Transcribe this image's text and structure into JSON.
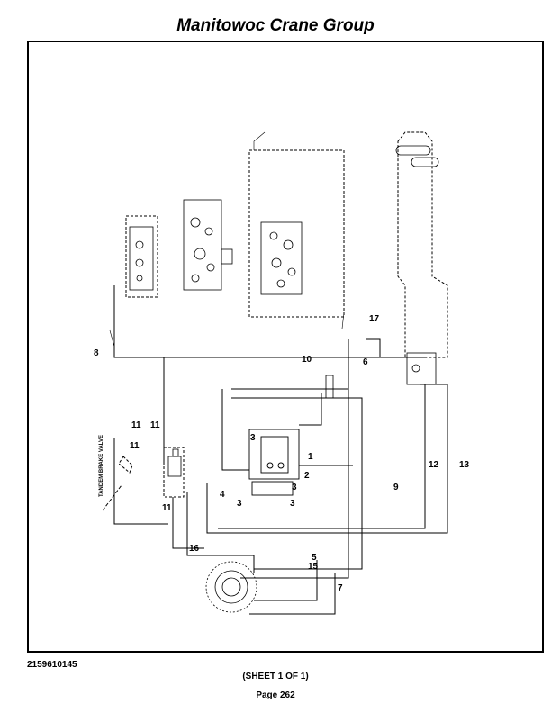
{
  "header": {
    "title": "Manitowoc Crane Group"
  },
  "footer": {
    "doc_number": "2159610145",
    "sheet": "(SHEET 1 OF 1)",
    "page": "Page 262"
  },
  "diagram": {
    "callouts": [
      "1",
      "2",
      "3",
      "3",
      "3",
      "3",
      "4",
      "5",
      "6",
      "7",
      "8",
      "9",
      "10",
      "11",
      "11",
      "11",
      "11",
      "12",
      "13",
      "15",
      "16",
      "17"
    ],
    "labels": {
      "tandem_brake_valve": "TANDEM BRAKE VALVE"
    }
  }
}
